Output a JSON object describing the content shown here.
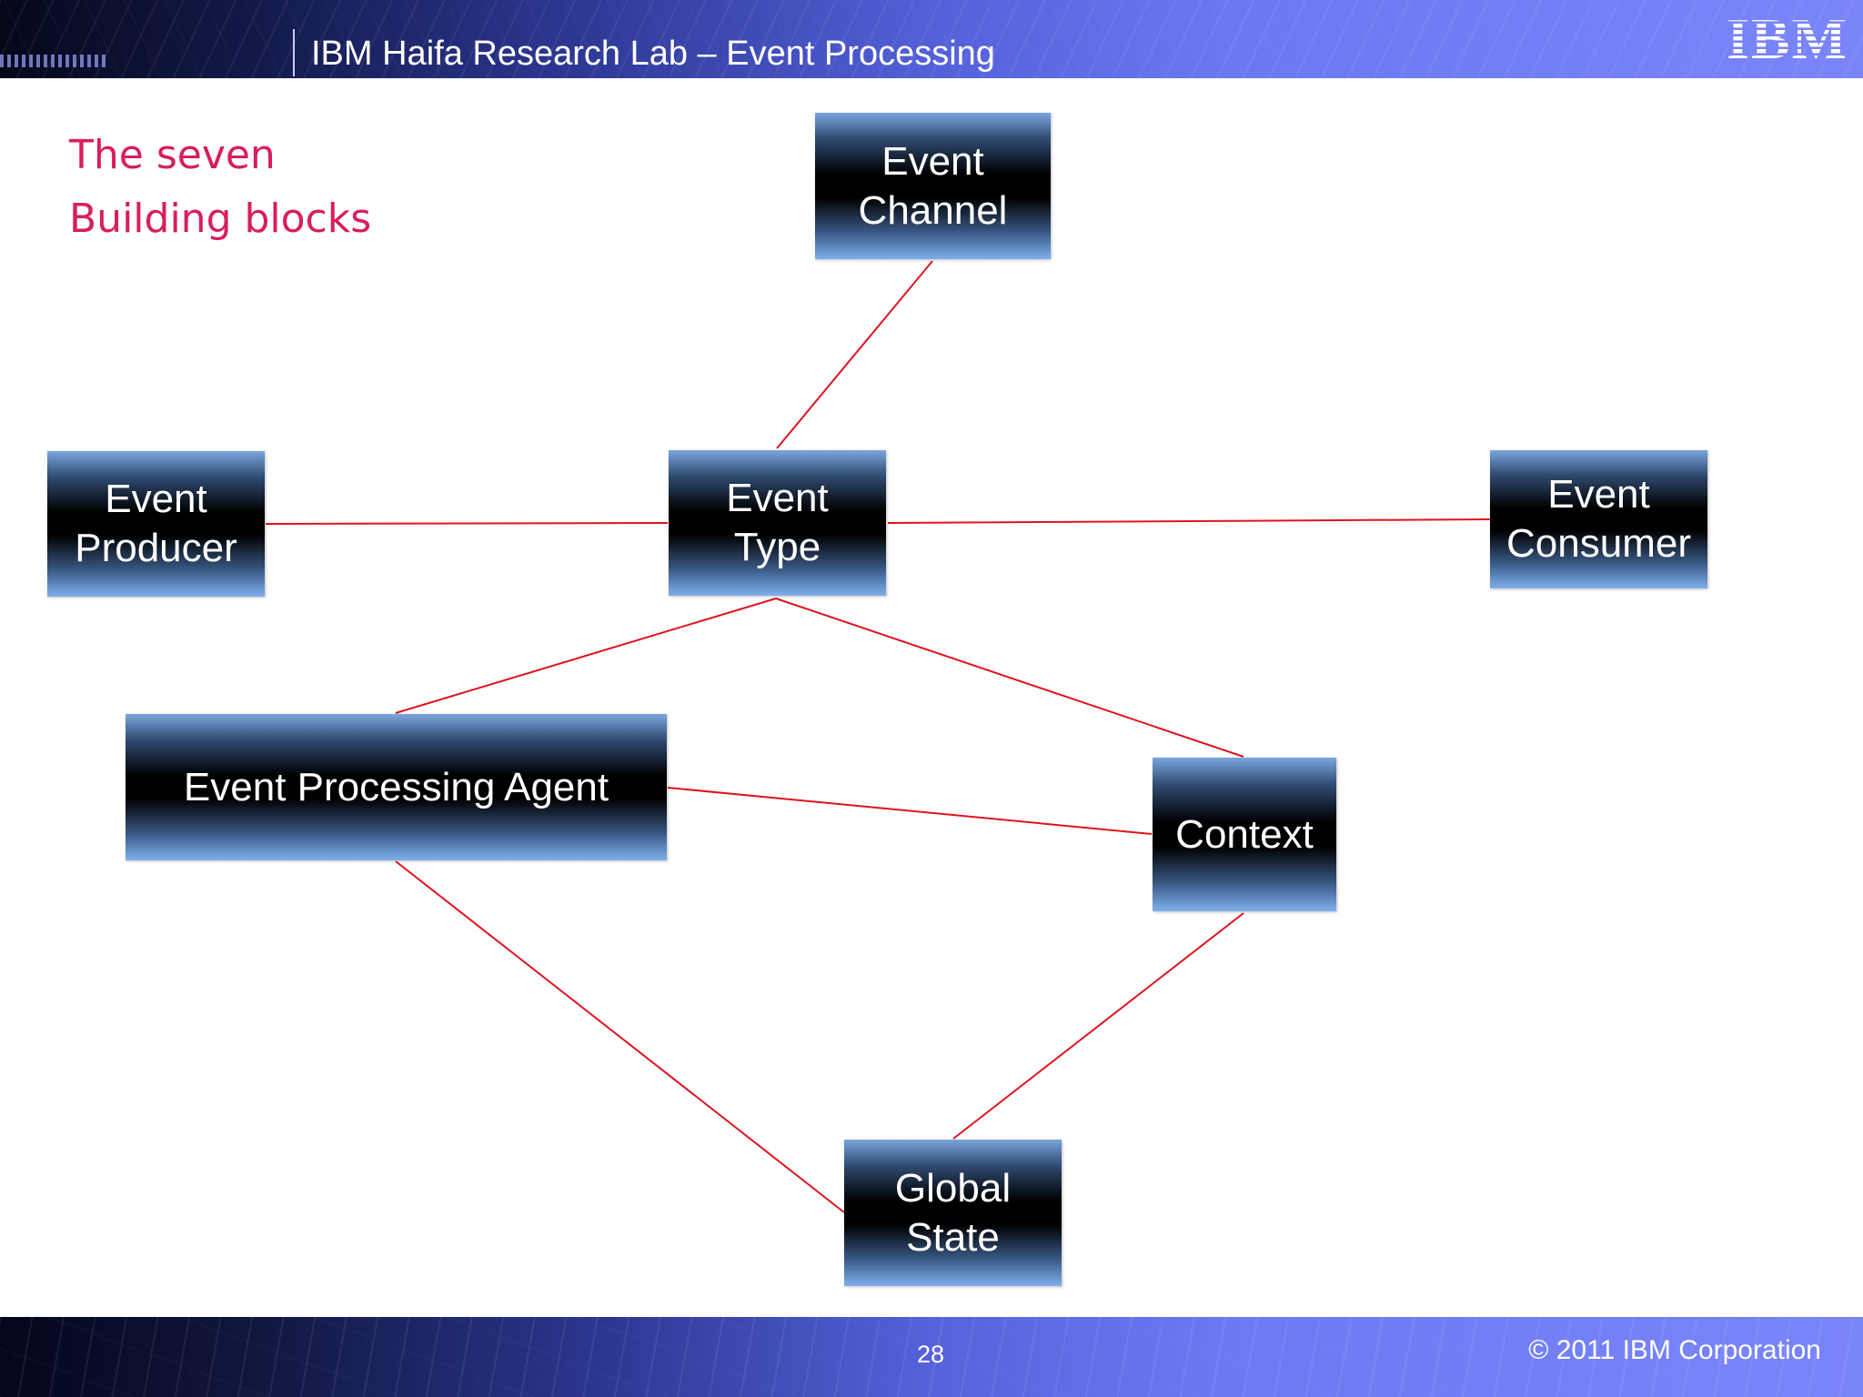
{
  "header": {
    "title": "IBM Haifa Research Lab – Event Processing",
    "logo_text": "IBM"
  },
  "slide": {
    "title_line1": "The seven",
    "title_line2": "Building blocks"
  },
  "blocks": {
    "event_channel": [
      "Event",
      "Channel"
    ],
    "event_producer": [
      "Event",
      "Producer"
    ],
    "event_type": [
      "Event",
      "Type"
    ],
    "event_consumer": [
      "Event",
      "Consumer"
    ],
    "event_processing_agent": [
      "Event Processing Agent"
    ],
    "context": [
      "Context"
    ],
    "global_state": [
      "Global",
      "State"
    ]
  },
  "connections": [
    [
      "event_channel",
      "event_type"
    ],
    [
      "event_producer",
      "event_type"
    ],
    [
      "event_type",
      "event_consumer"
    ],
    [
      "event_type",
      "event_processing_agent"
    ],
    [
      "event_type",
      "context"
    ],
    [
      "event_processing_agent",
      "context"
    ],
    [
      "event_processing_agent",
      "global_state"
    ],
    [
      "context",
      "global_state"
    ]
  ],
  "colors": {
    "link": "#e0131f",
    "title": "#d81e5b"
  },
  "footer": {
    "page_number": "28",
    "copyright": "© 2011 IBM Corporation"
  }
}
